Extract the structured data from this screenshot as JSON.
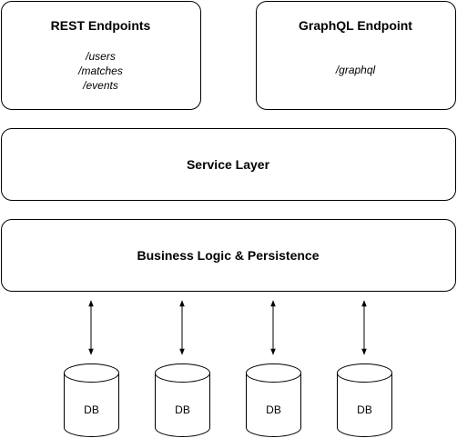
{
  "rest": {
    "title": "REST Endpoints",
    "routes": [
      "/users",
      "/matches",
      "/events"
    ]
  },
  "graphql": {
    "title": "GraphQL Endpoint",
    "routes": [
      "/graphql"
    ]
  },
  "service_layer": {
    "title": "Service Layer"
  },
  "business_logic": {
    "title": "Business Logic & Persistence"
  },
  "databases": [
    {
      "label": "DB"
    },
    {
      "label": "DB"
    },
    {
      "label": "DB"
    },
    {
      "label": "DB"
    }
  ]
}
